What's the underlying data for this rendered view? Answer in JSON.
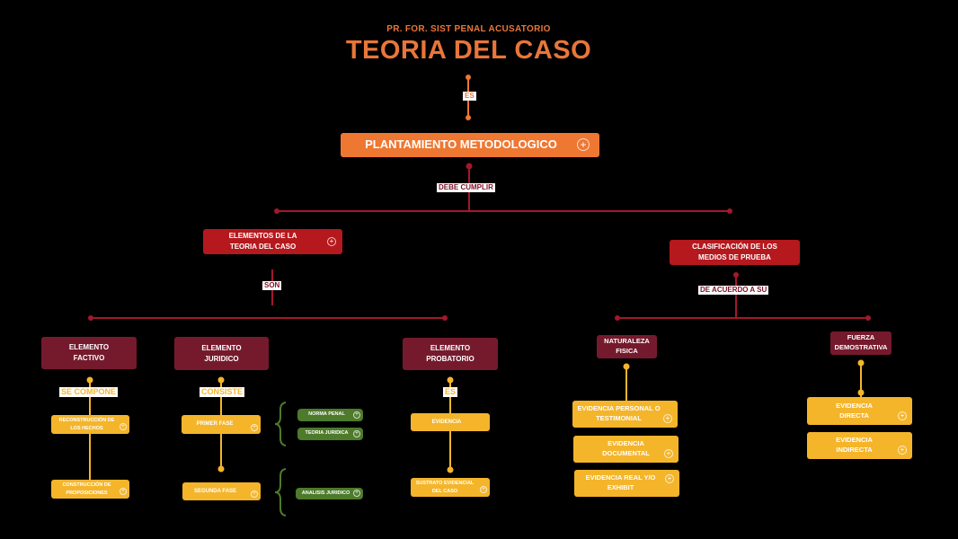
{
  "header": {
    "subtitle": "PR. FOR. SIST PENAL ACUSATORIO",
    "title": "TEORIA DEL CASO"
  },
  "links": {
    "es_top": "ES",
    "debe_cumplir": "DEBE CUMPLIR",
    "son": "SON",
    "de_acuerdo": "DE ACUERDO A SU",
    "se_compone": "SE COMPONE",
    "consiste": "CONSISTE",
    "es_probatorio": "ES"
  },
  "nodes": {
    "plantamiento": "PLANTAMIENTO METODOLOGICO",
    "elementos_l1": "ELEMENTOS DE LA",
    "elementos_l2": "TEORIA DEL CASO",
    "clasificacion_l1": "CLASIFICACIÓN DE LOS",
    "clasificacion_l2": "MEDIOS DE PRUEBA",
    "factivo_l1": "ELEMENTO",
    "factivo_l2": "FACTIVO",
    "juridico_l1": "ELEMENTO",
    "juridico_l2": "JURIDICO",
    "probatorio_l1": "ELEMENTO",
    "probatorio_l2": "PROBATORIO",
    "naturaleza_l1": "NATURALEZA",
    "naturaleza_l2": "FISICA",
    "fuerza_l1": "FUERZA",
    "fuerza_l2": "DEMOSTRATIVA",
    "reconstruccion_l1": "RECONSTRUCCIÓN DE",
    "reconstruccion_l2": "LOS HECHOS",
    "construccion_l1": "CONSTRUCCIÓN DE",
    "construccion_l2": "PROPOSICIONES",
    "primer_fase": "PRIMER FASE",
    "segunda_fase": "SEGUNDA FASE",
    "norma_penal": "NORMA PENAL",
    "teoria_juridica": "TEORIA JURIDICA",
    "analisis_juridico": "ANALISIS JURIDICO",
    "evidencia": "EVIDENCIA",
    "sustrato_l1": "SUSTRATO EVIDENCIAL",
    "sustrato_l2": "DEL CASO",
    "ev_personal_l1": "EVIDENCIA PERSONAL O",
    "ev_personal_l2": "TESTIMONIAL",
    "ev_documental_l1": "EVIDENCIA",
    "ev_documental_l2": "DOCUMENTAL",
    "ev_real_l1": "EVIDENCIA REAL Y/O",
    "ev_real_l2": "EXHIBIT",
    "ev_directa_l1": "EVIDENCIA",
    "ev_directa_l2": "DIRECTA",
    "ev_indirecta_l1": "EVIDENCIA",
    "ev_indirecta_l2": "INDIRECTA"
  },
  "colors": {
    "title_orange": "#e8763a",
    "connector_red": "#a3182a",
    "connector_orange": "#ee7732",
    "connector_yellow": "#f4b52b",
    "brace_green": "#4e7a2c"
  }
}
